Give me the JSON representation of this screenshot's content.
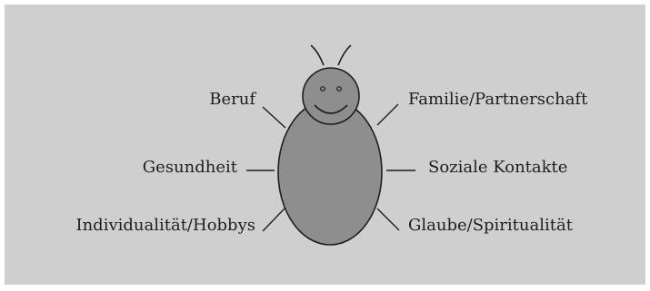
{
  "labels": {
    "left": [
      "Beruf",
      "Gesundheit",
      "Individualität/Hobbys"
    ],
    "right": [
      "Familie/Partnerschaft",
      "Soziale Kontakte",
      "Glaube/Spiritualität"
    ]
  },
  "colors": {
    "panel": "#cfcfcf",
    "body": "#8e8e8e",
    "outline": "#1e1e1e"
  }
}
